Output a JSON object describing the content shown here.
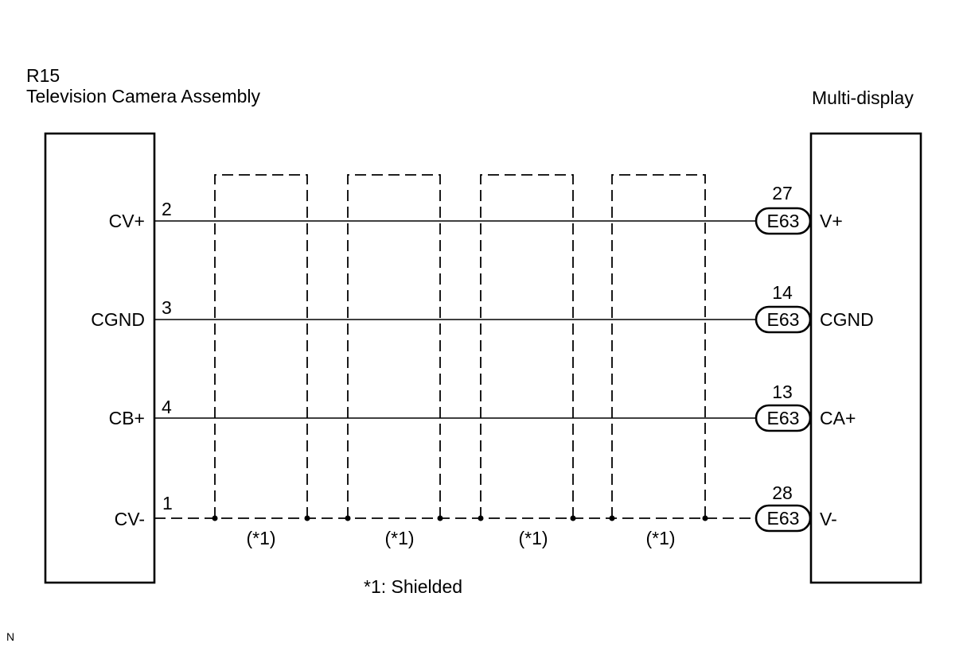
{
  "left_component": {
    "code": "R15",
    "name": "Television Camera Assembly"
  },
  "right_component": {
    "name": "Multi-display"
  },
  "wires": [
    {
      "left_pin_label": "CV+",
      "left_pin_number": "2",
      "connector": "E63",
      "right_pin_number": "27",
      "right_pin_label": "V+"
    },
    {
      "left_pin_label": "CGND",
      "left_pin_number": "3",
      "connector": "E63",
      "right_pin_number": "14",
      "right_pin_label": "CGND"
    },
    {
      "left_pin_label": "CB+",
      "left_pin_number": "4",
      "connector": "E63",
      "right_pin_number": "13",
      "right_pin_label": "CA+"
    },
    {
      "left_pin_label": "CV-",
      "left_pin_number": "1",
      "connector": "E63",
      "right_pin_number": "28",
      "right_pin_label": "V-"
    }
  ],
  "shields": [
    {
      "label": "(*1)"
    },
    {
      "label": "(*1)"
    },
    {
      "label": "(*1)"
    },
    {
      "label": "(*1)"
    }
  ],
  "footnote": "*1: Shielded",
  "corner_mark": "N"
}
